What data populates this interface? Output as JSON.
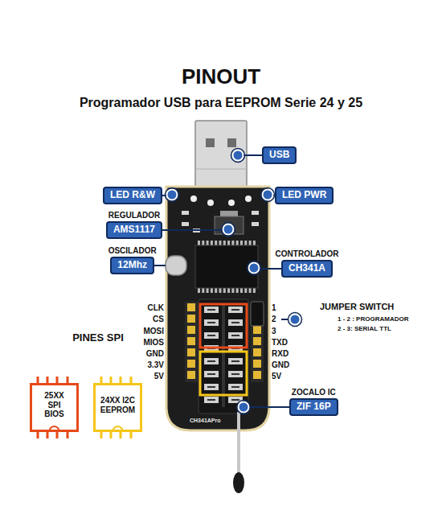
{
  "diagram": {
    "title": "PINOUT",
    "nodes": [
      {
        "text": [
          "USB"
        ]
      },
      {
        "text": [
          "LED R&W"
        ]
      },
      {
        "text": [
          "LED PWR"
        ]
      },
      {
        "text": [
          "REGULADOR",
          "AMS1117"
        ]
      },
      {
        "text": [
          "OSCILADOR",
          "12Mhz"
        ]
      },
      {
        "text": [
          "CONTROLADOR",
          "CH341A"
        ]
      },
      {
        "text": [
          "25XX SPI BIOS"
        ]
      },
      {
        "text": [
          "24XX I2C EEPROM"
        ]
      },
      {
        "text": [
          "ZOCALO IC",
          "ZIF 16P"
        ]
      }
    ],
    "labels": [
      "Programador USB para EEPROM Serie 24 y 25",
      "CLK",
      "CS",
      "MOSI",
      "MIOS",
      "GND",
      "3.3V",
      "5V",
      "PINES SPI",
      "1",
      "2",
      "3",
      "TXD",
      "RXD",
      "GND",
      "5V",
      "JUMPER SWITCH",
      "1 - 2 : PROGRAMADOR",
      "2 - 3: SERIAL TTL",
      "CH341APro"
    ]
  }
}
